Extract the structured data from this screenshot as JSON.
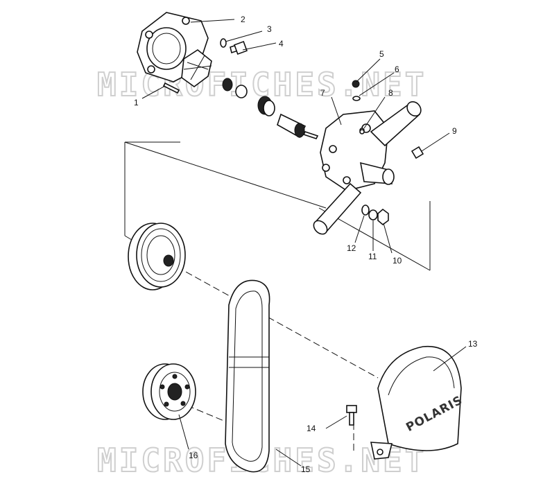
{
  "watermark": {
    "top_text": "MICROFICHES.NET",
    "bottom_text": "MICROFICHES.NET"
  },
  "cover_logo": "POLARIS",
  "callouts": {
    "c1": "1",
    "c2": "2",
    "c3": "3",
    "c4": "4",
    "c5": "5",
    "c6": "6",
    "c7": "7",
    "c8": "8",
    "c9": "9",
    "c10": "10",
    "c11": "11",
    "c12": "12",
    "c13": "13",
    "c14": "14",
    "c15": "15",
    "c16": "16"
  }
}
